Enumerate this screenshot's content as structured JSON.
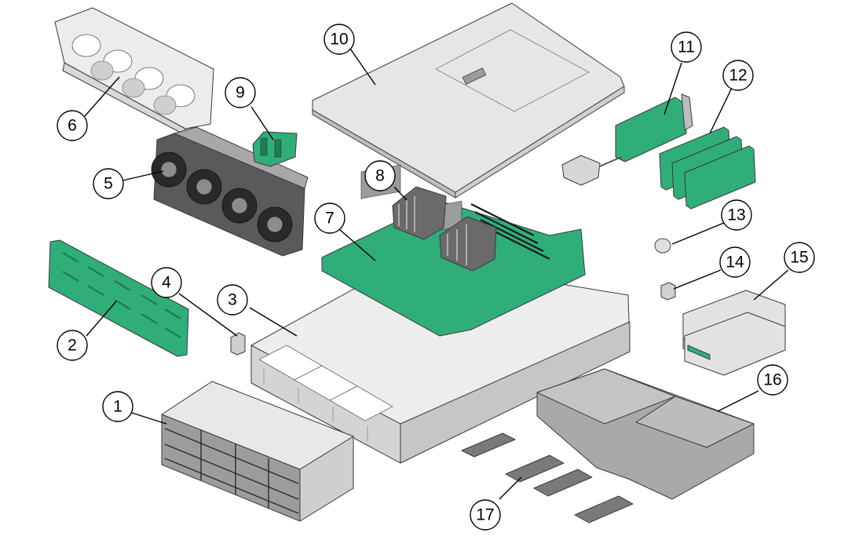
{
  "colors": {
    "metal_light": "#e6e6e6",
    "metal_mid": "#c8c8c8",
    "metal_dark": "#8a8a8a",
    "pcb_green": "#2fae7a",
    "pcb_dark": "#1f7d57",
    "fan_black": "#2a2a2a",
    "outline": "#3a3a3a"
  },
  "components": [
    {
      "id": "drives",
      "icon": "drive-bays"
    },
    {
      "id": "backplane",
      "icon": "disk-backplane"
    },
    {
      "id": "chassis",
      "icon": "server-chassis"
    },
    {
      "id": "indicator",
      "icon": "temperature-sensor"
    },
    {
      "id": "fans",
      "icon": "fan-modules"
    },
    {
      "id": "fan-tray",
      "icon": "fan-tray"
    },
    {
      "id": "motherboard",
      "icon": "motherboard"
    },
    {
      "id": "heatsinks",
      "icon": "heatsinks"
    },
    {
      "id": "fan-board",
      "icon": "fan-board"
    },
    {
      "id": "cover",
      "icon": "top-cover"
    },
    {
      "id": "riser",
      "icon": "pcie-riser"
    },
    {
      "id": "pcie-cards",
      "icon": "pcie-cards"
    },
    {
      "id": "battery",
      "icon": "battery"
    },
    {
      "id": "usb",
      "icon": "internal-usb"
    },
    {
      "id": "psu",
      "icon": "power-supplies"
    },
    {
      "id": "air-baffle",
      "icon": "air-baffle"
    },
    {
      "id": "dimms",
      "icon": "dimms"
    }
  ],
  "callouts": [
    {
      "label": "1"
    },
    {
      "label": "2"
    },
    {
      "label": "3"
    },
    {
      "label": "4"
    },
    {
      "label": "5"
    },
    {
      "label": "6"
    },
    {
      "label": "7"
    },
    {
      "label": "8"
    },
    {
      "label": "9"
    },
    {
      "label": "10"
    },
    {
      "label": "11"
    },
    {
      "label": "12"
    },
    {
      "label": "13"
    },
    {
      "label": "14"
    },
    {
      "label": "15"
    },
    {
      "label": "16"
    },
    {
      "label": "17"
    }
  ]
}
